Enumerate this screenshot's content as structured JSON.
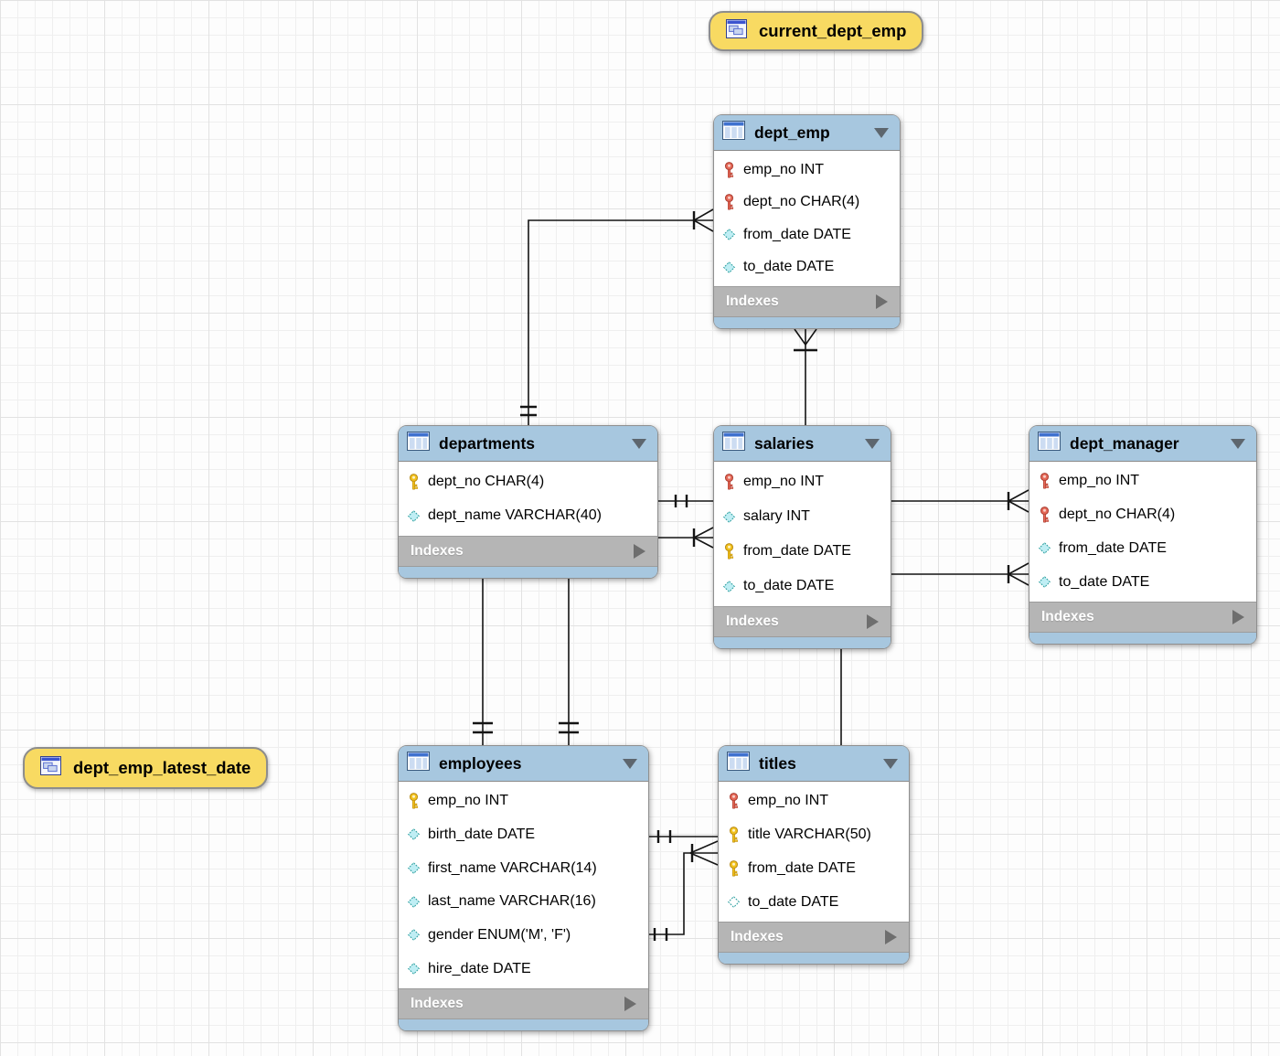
{
  "labels": {
    "indexes": "Indexes"
  },
  "palette": {
    "table_header": "#a7c7df",
    "table_footer": "#a7c7df",
    "indexes_bar": "#b5b5b5",
    "indexes_text": "#ffffff",
    "view_fill": "#f8da62",
    "connector_line": "#141414",
    "primary_key_icon": "#f2c21e",
    "pk_fk_key_icon": "#e56a59",
    "attribute_diamond_fill": "#bfeef4",
    "attribute_diamond_stroke": "#2a9d9d"
  },
  "views": [
    {
      "name": "current_dept_emp"
    },
    {
      "name": "dept_emp_latest_date"
    }
  ],
  "tables": [
    {
      "name": "dept_emp",
      "columns": [
        {
          "icon": "key-red",
          "text": "emp_no INT"
        },
        {
          "icon": "key-red",
          "text": "dept_no CHAR(4)"
        },
        {
          "icon": "diamond",
          "text": "from_date DATE"
        },
        {
          "icon": "diamond",
          "text": "to_date DATE"
        }
      ]
    },
    {
      "name": "departments",
      "columns": [
        {
          "icon": "key-yellow",
          "text": "dept_no CHAR(4)"
        },
        {
          "icon": "diamond",
          "text": "dept_name VARCHAR(40)"
        }
      ]
    },
    {
      "name": "salaries",
      "columns": [
        {
          "icon": "key-red",
          "text": "emp_no INT"
        },
        {
          "icon": "diamond",
          "text": "salary INT"
        },
        {
          "icon": "key-yellow",
          "text": "from_date DATE"
        },
        {
          "icon": "diamond",
          "text": "to_date DATE"
        }
      ]
    },
    {
      "name": "dept_manager",
      "columns": [
        {
          "icon": "key-red",
          "text": "emp_no INT"
        },
        {
          "icon": "key-red",
          "text": "dept_no CHAR(4)"
        },
        {
          "icon": "diamond",
          "text": "from_date DATE"
        },
        {
          "icon": "diamond",
          "text": "to_date DATE"
        }
      ]
    },
    {
      "name": "employees",
      "columns": [
        {
          "icon": "key-yellow",
          "text": "emp_no INT"
        },
        {
          "icon": "diamond",
          "text": "birth_date DATE"
        },
        {
          "icon": "diamond",
          "text": "first_name VARCHAR(14)"
        },
        {
          "icon": "diamond",
          "text": "last_name VARCHAR(16)"
        },
        {
          "icon": "diamond",
          "text": "gender ENUM('M', 'F')"
        },
        {
          "icon": "diamond",
          "text": "hire_date DATE"
        }
      ]
    },
    {
      "name": "titles",
      "columns": [
        {
          "icon": "key-red",
          "text": "emp_no INT"
        },
        {
          "icon": "key-yellow",
          "text": "title VARCHAR(50)"
        },
        {
          "icon": "key-yellow",
          "text": "from_date DATE"
        },
        {
          "icon": "diamond-open",
          "text": "to_date DATE"
        }
      ]
    }
  ],
  "relationships": [
    {
      "from": "departments",
      "to": "dept_emp",
      "from_marker": "exactly-one",
      "to_marker": "many"
    },
    {
      "from": "dept_emp",
      "to": "salaries",
      "from_marker": "many",
      "to_marker": "plain"
    },
    {
      "from": "departments",
      "to": "salaries",
      "from_marker": "exactly-one",
      "to_marker": "plain"
    },
    {
      "from": "departments",
      "to": "salaries",
      "from_marker": "plain",
      "to_marker": "many"
    },
    {
      "from": "salaries",
      "to": "dept_manager",
      "from_marker": "plain",
      "to_marker": "many"
    },
    {
      "from": "salaries",
      "to": "dept_manager",
      "from_marker": "plain",
      "to_marker": "many"
    },
    {
      "from": "departments",
      "to": "employees",
      "from_marker": "plain",
      "to_marker": "exactly-one"
    },
    {
      "from": "departments",
      "to": "employees",
      "from_marker": "plain",
      "to_marker": "exactly-one"
    },
    {
      "from": "salaries",
      "to": "titles",
      "from_marker": "plain",
      "to_marker": "plain"
    },
    {
      "from": "employees",
      "to": "titles",
      "from_marker": "exactly-one",
      "to_marker": "plain"
    },
    {
      "from": "employees",
      "to": "titles",
      "from_marker": "exactly-one",
      "to_marker": "many"
    }
  ]
}
